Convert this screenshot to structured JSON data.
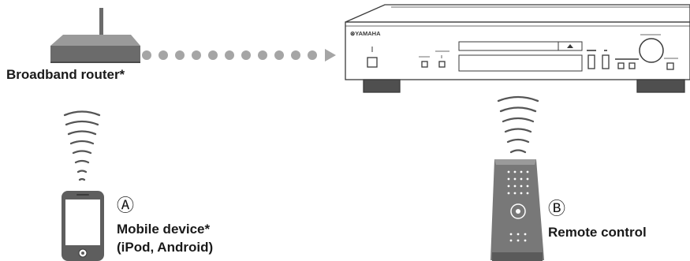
{
  "router": {
    "label": "Broadband router*"
  },
  "mobile": {
    "marker": "Ⓐ",
    "label_line1": "Mobile device*",
    "label_line2": "(iPod, Android)"
  },
  "remote": {
    "marker": "Ⓑ",
    "label": "Remote control"
  },
  "player": {
    "brand": "⊛YAMAHA"
  },
  "colors": {
    "line": "#3a3a3a",
    "grey": "#777777",
    "dots": "#a5a5a5",
    "router": "#6b6b6b",
    "remote": "#787878"
  },
  "icons": [
    "router-icon",
    "dotted-arrow-icon",
    "cd-player-icon",
    "wifi-waves-icon",
    "smartphone-icon",
    "remote-control-icon",
    "ir-waves-icon"
  ]
}
